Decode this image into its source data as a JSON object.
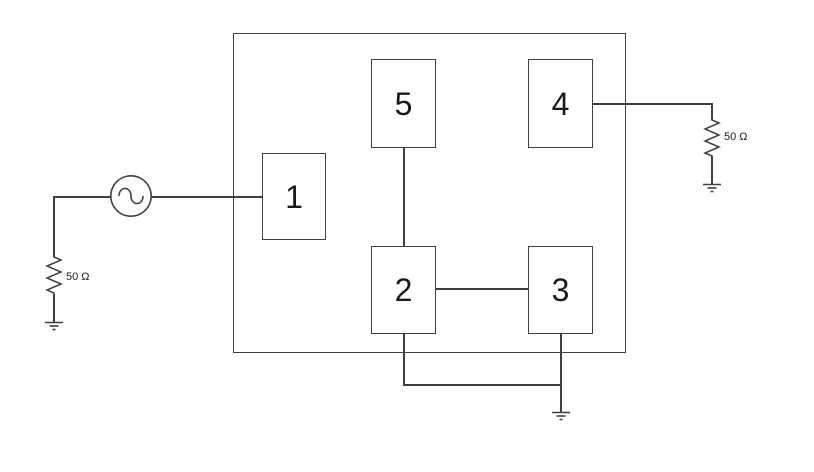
{
  "diagram": {
    "type": "circuit-block-diagram",
    "blocks": [
      {
        "id": 1,
        "label": "1"
      },
      {
        "id": 2,
        "label": "2"
      },
      {
        "id": 3,
        "label": "3"
      },
      {
        "id": 4,
        "label": "4"
      },
      {
        "id": 5,
        "label": "5"
      }
    ],
    "source": {
      "kind": "ac-sine-source"
    },
    "terminations": {
      "left": {
        "resistor_label": "50 Ω",
        "grounded": true
      },
      "right": {
        "resistor_label": "50 Ω",
        "grounded": true
      },
      "bottom": {
        "grounded": true
      }
    },
    "icons": [
      "ac-source-icon",
      "resistor-icon",
      "ground-icon"
    ],
    "colors": {
      "stroke": "#404040",
      "label_text": "#1a1a1a",
      "background": "#ffffff"
    }
  }
}
